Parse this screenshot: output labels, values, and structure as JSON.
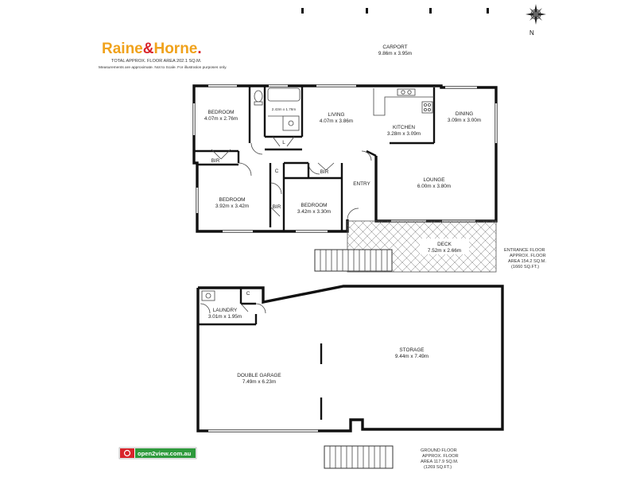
{
  "brand": {
    "name_part1": "Raine",
    "amp": "&",
    "name_part2": "Horne",
    "trademark": ".",
    "total_area": "TOTAL APPROX. FLOOR AREA 202.1 SQ.M.",
    "disclaimer": "Measurements are approximate. Not to Scale. For illustration purposes only."
  },
  "compass": {
    "north_label": "N"
  },
  "rooms": {
    "carport": {
      "name": "CARPORT",
      "dims": "9.86m x 3.95m"
    },
    "bedroom1": {
      "name": "BEDROOM",
      "dims": "4.07m x 2.76m"
    },
    "bath": {
      "dims": "2.43m x 1.76m"
    },
    "living": {
      "name": "LIVING",
      "dims": "4.07m x 3.86m"
    },
    "kitchen": {
      "name": "KITCHEN",
      "dims": "3.28m x 3.09m"
    },
    "dining": {
      "name": "DINING",
      "dims": "3.09m x 3.00m"
    },
    "lounge": {
      "name": "LOUNGE",
      "dims": "6.00m x 3.80m"
    },
    "entry": {
      "name": "ENTRY"
    },
    "bedroom2": {
      "name": "BEDROOM",
      "dims": "3.92m x 3.42m"
    },
    "bedroom3": {
      "name": "BEDROOM",
      "dims": "3.42m x 3.30m"
    },
    "deck": {
      "name": "DECK",
      "dims": "7.52m x 2.66m"
    },
    "laundry": {
      "name": "LAUNDRY",
      "dims": "3.01m x 1.95m"
    },
    "garage": {
      "name": "DOUBLE GARAGE",
      "dims": "7.49m x 6.23m"
    },
    "storage": {
      "name": "STORAGE",
      "dims": "9.44m x 7.49m"
    }
  },
  "closets": {
    "bir1": "BIR",
    "bir2": "BIR",
    "bir3": "BIR",
    "linen": "L",
    "c1": "C",
    "c2": "C"
  },
  "floors": {
    "entrance": {
      "line1": "ENTRANCE FLOOR",
      "line2": "APPROX. FLOOR",
      "line3": "AREA 154.2 SQ.M.",
      "line4": "(1660 SQ.FT.)"
    },
    "ground": {
      "line1": "GROUND FLOOR",
      "line2": "APPROX. FLOOR",
      "line3": "AREA 117.9 SQ.M.",
      "line4": "(1269 SQ.FT.)"
    }
  },
  "footer_logo": {
    "text": "open2view.com.au"
  },
  "colors": {
    "brand_orange": "#f0a21c",
    "brand_red": "#d8242b",
    "logo_green": "#2e9a3c",
    "wall": "#111111"
  }
}
